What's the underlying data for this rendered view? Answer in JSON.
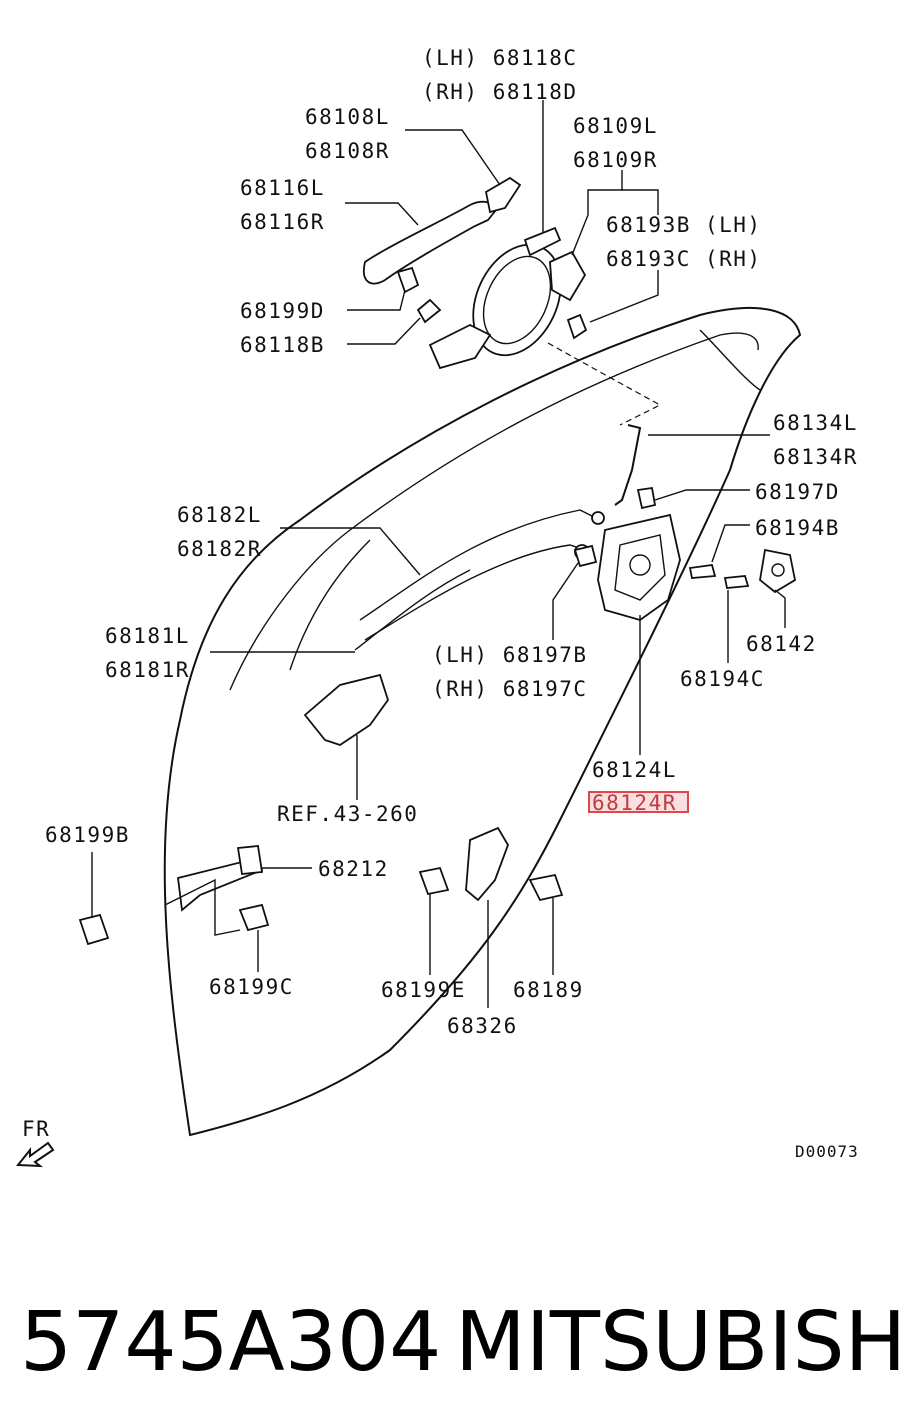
{
  "labels": {
    "lh_68118c": "(LH) 68118C",
    "rh_68118d": "(RH) 68118D",
    "p68108l": "68108L",
    "p68108r": "68108R",
    "p68109l": "68109L",
    "p68109r": "68109R",
    "p68116l": "68116L",
    "p68116r": "68116R",
    "p68193b": "68193B (LH)",
    "p68193c": "68193C (RH)",
    "p68199d": "68199D",
    "p68118b": "68118B",
    "p68134l": "68134L",
    "p68134r": "68134R",
    "p68197d": "68197D",
    "p68182l": "68182L",
    "p68182r": "68182R",
    "p68194b": "68194B",
    "p68181l": "68181L",
    "p68181r": "68181R",
    "lh_68197b": "(LH) 68197B",
    "rh_68197c": "(RH) 68197C",
    "p68142": "68142",
    "p68194c": "68194C",
    "ref": "REF.43-260",
    "p68124l": "68124L",
    "p68124r": "68124R",
    "p68199b": "68199B",
    "p68212": "68212",
    "p68199c": "68199C",
    "p68199e": "68199E",
    "p68189": "68189",
    "p68326": "68326",
    "fr": "FR",
    "diagram_code": "D00073"
  },
  "footer": {
    "part_number": "5745A304",
    "brand": "MITSUBISHI"
  },
  "highlight_color": "#e0474c"
}
